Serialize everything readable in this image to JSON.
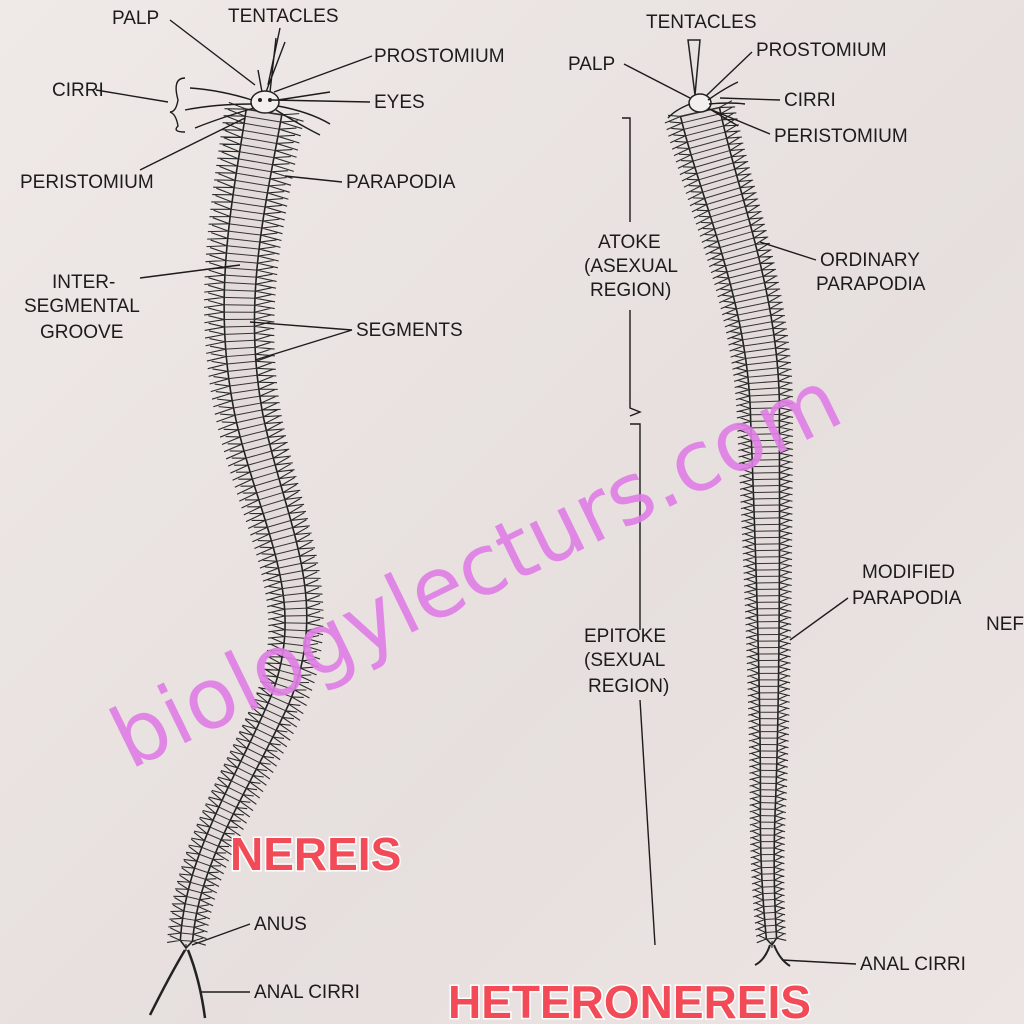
{
  "nereis": {
    "title": "NEREIS",
    "labels": {
      "palp": "PALP",
      "tentacles": "TENTACLES",
      "prostomium": "PROSTOMIUM",
      "cirri": "CIRRI",
      "eyes": "EYES",
      "peristomium": "PERISTOMIUM",
      "parapodia": "PARAPODIA",
      "intersegmental_1": "INTER-",
      "intersegmental_2": "SEGMENTAL",
      "intersegmental_3": "GROOVE",
      "segments": "SEGMENTS",
      "anus": "ANUS",
      "anal_cirri": "ANAL CIRRI"
    }
  },
  "heteronereis": {
    "title": "HETERONEREIS",
    "labels": {
      "tentacles": "TENTACLES",
      "prostomium": "PROSTOMIUM",
      "palp": "PALP",
      "cirri": "CIRRI",
      "peristomium": "PERISTOMIUM",
      "atoke_1": "ATOKE",
      "atoke_2": "(ASEXUAL",
      "atoke_3": "REGION)",
      "ordinary_1": "ORDINARY",
      "ordinary_2": "PARAPODIA",
      "modified_1": "MODIFIED",
      "modified_2": "PARAPODIA",
      "epitoke_1": "EPITOKE",
      "epitoke_2": "(SEXUAL",
      "epitoke_3": "REGION)",
      "anal_cirri": "ANAL CIRRI"
    }
  },
  "edge_text": "NEF",
  "watermark": "biologylecturs.com",
  "colors": {
    "title": "#f24b57",
    "watermark": "#e07ee6"
  }
}
